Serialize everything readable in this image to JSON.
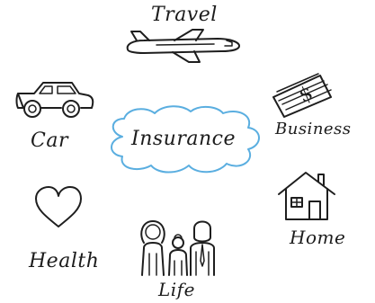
{
  "center": {
    "label": "Insurance",
    "cloud_color": "#5aaee0"
  },
  "categories": {
    "travel": {
      "label": "Travel",
      "icon": "airplane-icon"
    },
    "car": {
      "label": "Car",
      "icon": "car-icon"
    },
    "business": {
      "label": "Business",
      "icon": "money-stack-icon"
    },
    "health": {
      "label": "Health",
      "icon": "heart-icon"
    },
    "home": {
      "label": "Home",
      "icon": "house-icon"
    },
    "life": {
      "label": "Life",
      "icon": "family-icon"
    }
  }
}
